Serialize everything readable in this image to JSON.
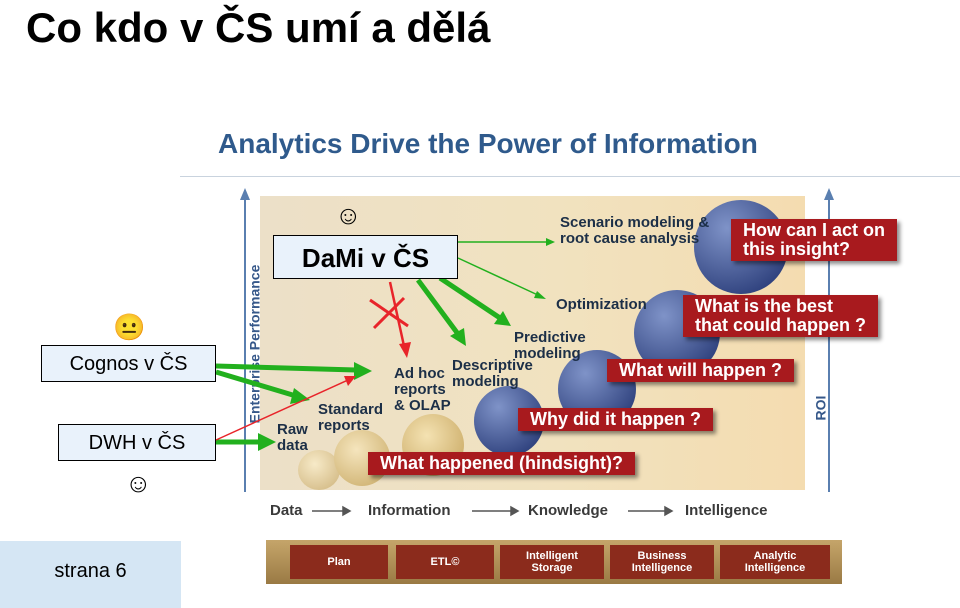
{
  "slide": {
    "title": "Co kdo v ČS umí a dělá"
  },
  "footer": {
    "page_label": "strana 6"
  },
  "diagram": {
    "title": "Analytics Drive the Power of Information",
    "y_axis_label": "Enterprise Performance",
    "roi_label": "ROI",
    "stages": {
      "raw": "Raw\ndata",
      "standard": "Standard\nreports",
      "adhoc": "Ad hoc\nreports\n& OLAP",
      "descriptive": "Descriptive\nmodeling",
      "predictive": "Predictive\nmodeling",
      "optimization": "Optimization",
      "scenario": "Scenario modeling &\nroot cause analysis"
    },
    "questions": [
      "What happened (hindsight)?",
      "Why did it happen ?",
      "What will happen ?",
      "What is the best\nthat could happen ?",
      "How can I act on\nthis insight?"
    ],
    "progression": [
      "Data",
      "Information",
      "Knowledge",
      "Intelligence"
    ],
    "bands": [
      "Plan",
      "ETL©",
      "Intelligent\nStorage",
      "Business\nIntelligence",
      "Analytic\nIntelligence"
    ]
  },
  "overlays": {
    "dami": "DaMi v ČS",
    "cognos": "Cognos v ČS",
    "dwh": "DWH v ČS",
    "smile_face": "☺",
    "neutral_face": "😐"
  },
  "colors": {
    "question_box": "#a81a1e",
    "arrow_green": "#22b01e",
    "arrow_red": "#e8242a",
    "accent_blue": "#2f5a8c"
  }
}
